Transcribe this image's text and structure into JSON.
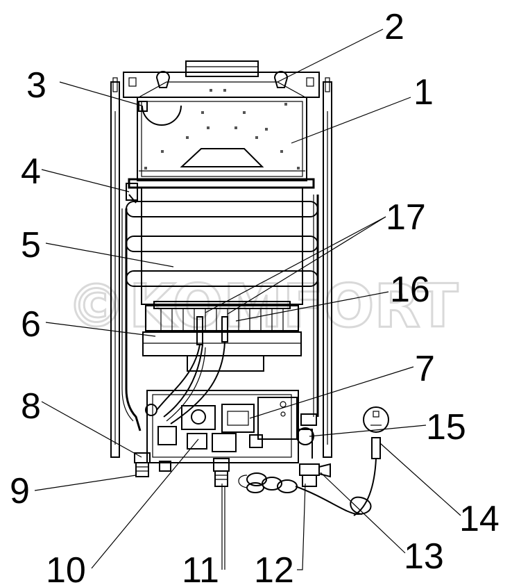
{
  "watermark": {
    "symbol": "©",
    "text": "KOMFORT"
  },
  "callouts": [
    {
      "id": "1",
      "label": "1"
    },
    {
      "id": "2",
      "label": "2"
    },
    {
      "id": "3",
      "label": "3"
    },
    {
      "id": "4",
      "label": "4"
    },
    {
      "id": "5",
      "label": "5"
    },
    {
      "id": "6",
      "label": "6"
    },
    {
      "id": "7",
      "label": "7"
    },
    {
      "id": "8",
      "label": "8"
    },
    {
      "id": "9",
      "label": "9"
    },
    {
      "id": "10",
      "label": "10"
    },
    {
      "id": "11",
      "label": "11"
    },
    {
      "id": "12",
      "label": "12"
    },
    {
      "id": "13",
      "label": "13"
    },
    {
      "id": "14",
      "label": "14"
    },
    {
      "id": "15",
      "label": "15"
    },
    {
      "id": "16",
      "label": "16"
    },
    {
      "id": "17",
      "label": "17"
    }
  ]
}
